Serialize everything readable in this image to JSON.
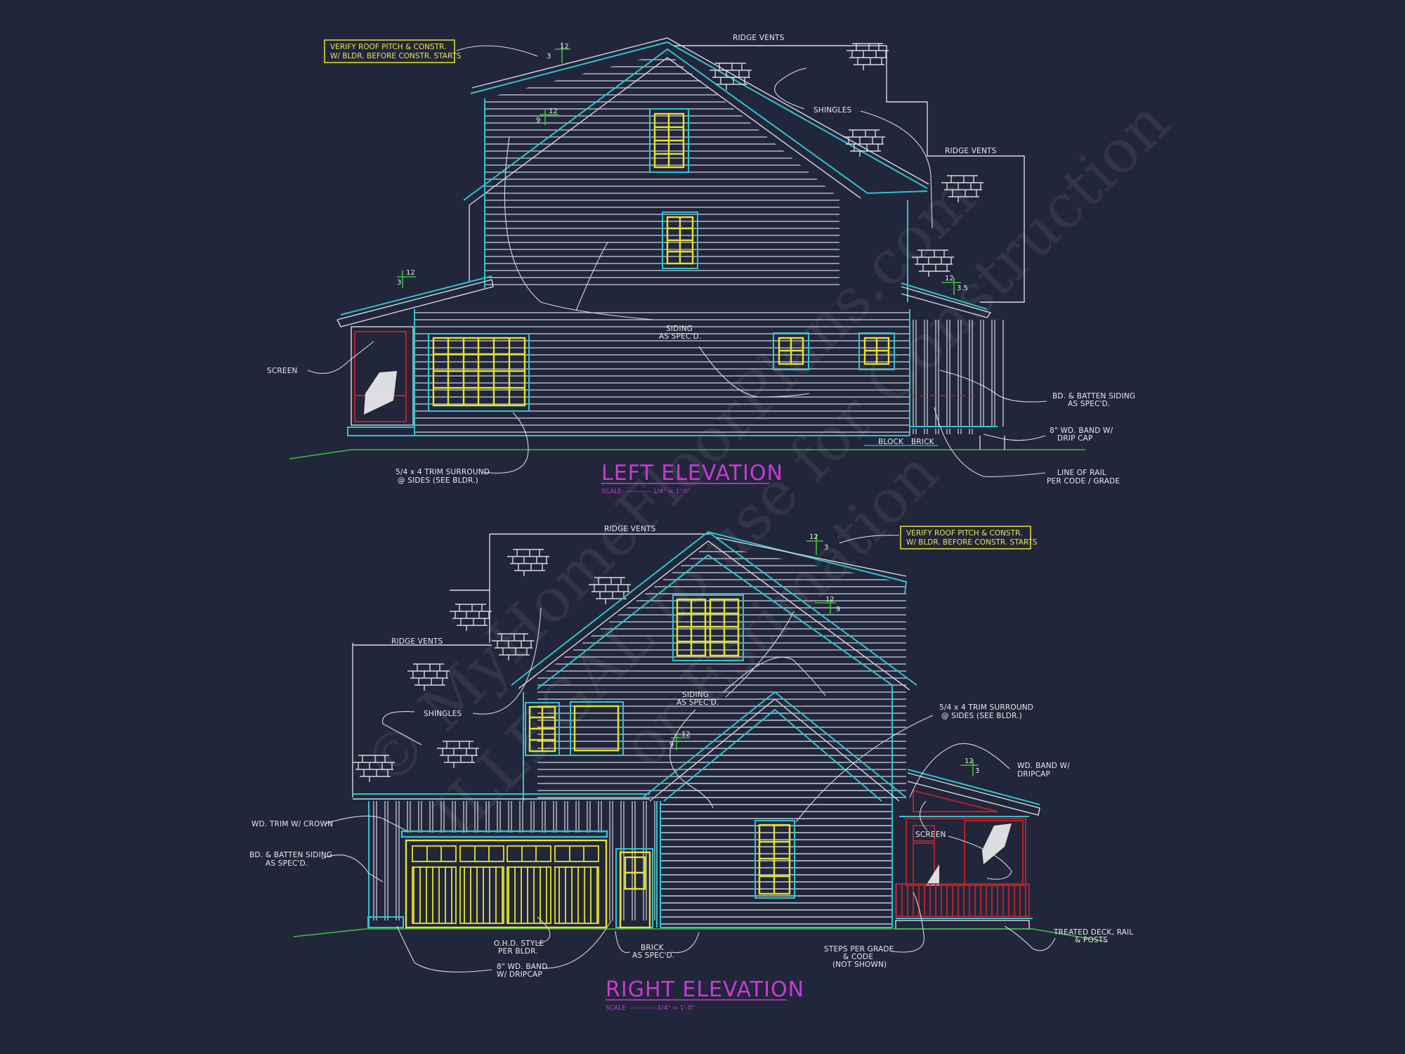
{
  "drawing": {
    "background": "#22263a",
    "colors": {
      "outline": "#2ec4cf",
      "window": "#e6e22e",
      "grade": "#3fbf3f",
      "screen_porch": "#b0232e",
      "title": "#c93ad6",
      "notes": "#e8e8ee"
    }
  },
  "watermark": {
    "line1": "© MyHomeFloorPlans.com",
    "line2": "ILLEGAL to use for Construction",
    "line3": "or Estimation"
  },
  "left_elevation": {
    "title": "LEFT ELEVATION",
    "scale": "SCALE: ------------1/4\" = 1'-0\"",
    "note_box": {
      "line1": "VERIFY ROOF PITCH & CONSTR.",
      "line2": "W/ BLDR. BEFORE CONSTR. STARTS"
    },
    "labels": {
      "ridge_vents_1": "RIDGE VENTS",
      "ridge_vents_2": "RIDGE VENTS",
      "shingles": "SHINGLES",
      "screen": "SCREEN",
      "siding_1": "SIDING",
      "siding_2": "AS SPEC'D.",
      "bd_batten_1": "BD. & BATTEN SIDING",
      "bd_batten_2": "AS SPEC'D.",
      "band_1": "8\" WD. BAND W/",
      "band_2": "DRIP CAP",
      "block": "BLOCK",
      "brick": "BRICK",
      "rail_1": "LINE OF RAIL",
      "rail_2": "PER CODE / GRADE",
      "trim_1": "5/4 x 4 TRIM SURROUND",
      "trim_2": "@ SIDES (SEE BLDR.)"
    },
    "pitches": [
      {
        "rise": "3",
        "run": "12"
      },
      {
        "rise": "9",
        "run": "12"
      },
      {
        "rise": "3",
        "run": "12"
      },
      {
        "rise": "3.5",
        "run": "12"
      }
    ]
  },
  "right_elevation": {
    "title": "RIGHT ELEVATION",
    "scale": "SCALE: ------------1/4\" = 1'-0\"",
    "note_box": {
      "line1": "VERIFY ROOF PITCH & CONSTR.",
      "line2": "W/ BLDR. BEFORE CONSTR. STARTS"
    },
    "labels": {
      "ridge_vents_1": "RIDGE VENTS",
      "ridge_vents_2": "RIDGE VENTS",
      "shingles": "SHINGLES",
      "siding_1": "SIDING",
      "siding_2": "AS SPEC'D.",
      "trim_1": "5/4 x 4 TRIM SURROUND",
      "trim_2": "@ SIDES (SEE BLDR.)",
      "band_drip_1": "WD. BAND W/",
      "band_drip_2": "DRIPCAP",
      "trim_crown": "WD. TRIM W/ CROWN",
      "bd_batten_1": "BD. & BATTEN SIDING",
      "bd_batten_2": "AS SPEC'D.",
      "screen": "SCREEN",
      "ohd_1": "O.H.D. STYLE",
      "ohd_2": "PER BLDR.",
      "band_1": "8\" WD. BAND",
      "band_2": "W/ DRIPCAP",
      "brick_1": "BRICK",
      "brick_2": "AS SPEC'D.",
      "steps_1": "STEPS PER GRADE",
      "steps_2": "& CODE",
      "steps_3": "(NOT SHOWN)",
      "deck_1": "TREATED DECK, RAIL",
      "deck_2": "& POSTS"
    },
    "pitches": [
      {
        "rise": "3",
        "run": "12"
      },
      {
        "rise": "9",
        "run": "12"
      },
      {
        "rise": "9",
        "run": "12"
      },
      {
        "rise": "3",
        "run": "12"
      }
    ]
  }
}
